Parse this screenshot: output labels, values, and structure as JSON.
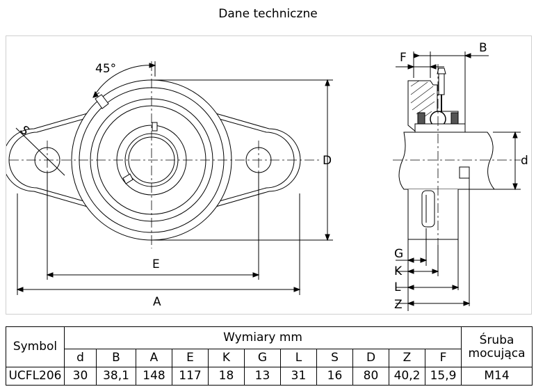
{
  "title": "Dane techniczne",
  "drawing": {
    "angle": "45°",
    "labels": {
      "S": "S",
      "D": "D",
      "E": "E",
      "A": "A",
      "F": "F",
      "B": "B",
      "d": "d",
      "G": "G",
      "K": "K",
      "L": "L",
      "Z": "Z"
    },
    "colors": {
      "line": "#000000",
      "fill": "#ffffff",
      "shade": "#555555"
    }
  },
  "table": {
    "symbol_header": "Symbol",
    "dimensions_header": "Wymiary mm",
    "bolt_header": "Śruba mocująca",
    "columns": [
      "d",
      "B",
      "A",
      "E",
      "K",
      "G",
      "L",
      "S",
      "D",
      "Z",
      "F"
    ],
    "row": {
      "symbol": "UCFL206",
      "values": [
        "30",
        "38,1",
        "148",
        "117",
        "18",
        "13",
        "31",
        "16",
        "80",
        "40,2",
        "15,9"
      ],
      "bolt": "M14"
    }
  }
}
